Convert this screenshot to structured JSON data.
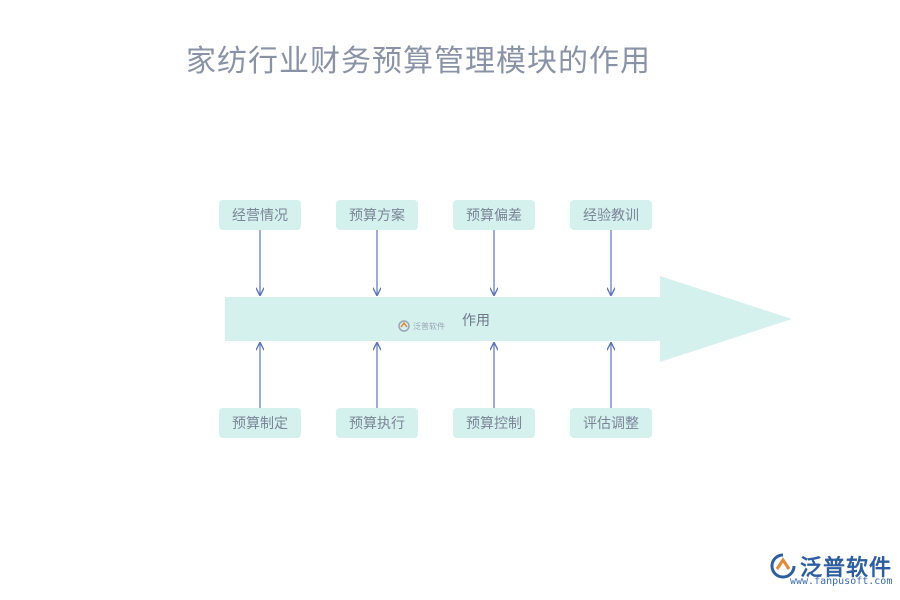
{
  "title": "家纺行业财务预算管理模块的作用",
  "center": {
    "label": "作用"
  },
  "top_boxes": [
    {
      "label": "经营情况"
    },
    {
      "label": "预算方案"
    },
    {
      "label": "预算偏差"
    },
    {
      "label": "经验教训"
    }
  ],
  "bottom_boxes": [
    {
      "label": "预算制定"
    },
    {
      "label": "预算执行"
    },
    {
      "label": "预算控制"
    },
    {
      "label": "评估调整"
    }
  ],
  "watermark": {
    "text": "泛普软件"
  },
  "brand": {
    "name": "泛普软件",
    "url": "www.fanpusoft.com"
  },
  "colors": {
    "box": "#d4f1ee",
    "arrow": "#5b74b8",
    "title": "#8a93a6",
    "brand": "#2f5e9e"
  }
}
